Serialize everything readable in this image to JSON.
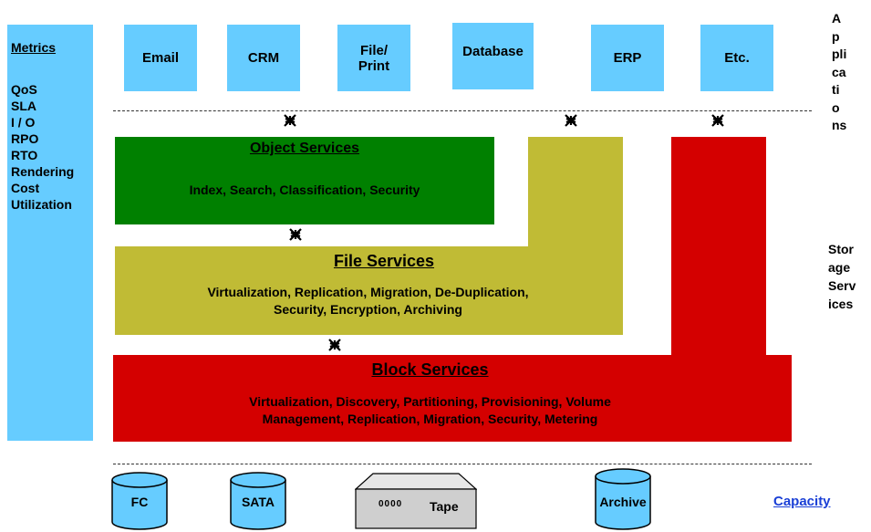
{
  "metrics": {
    "title": "Metrics",
    "items": [
      "QoS",
      "SLA",
      "I / O",
      "RPO",
      "RTO",
      "Rendering",
      "Cost",
      "Utilization"
    ]
  },
  "applications": {
    "boxes": [
      "Email",
      "CRM",
      "File/\nPrint",
      "Database",
      "ERP",
      "Etc."
    ],
    "label": "A\np\npli\nca\nti\no\nns"
  },
  "services": {
    "object": {
      "title": "Object Services",
      "desc": "Index, Search, Classification, Security"
    },
    "file": {
      "title": "File Services",
      "desc": "Virtualization, Replication, Migration, De-Duplication,\nSecurity, Encryption,  Archiving"
    },
    "block": {
      "title": "Block Services",
      "desc": "Virtualization, Discovery, Partitioning, Provisioning, Volume\nManagement, Replication, Migration, Security, Metering"
    },
    "label": "Stor\nage\nServ\nices"
  },
  "storage": {
    "fc": "FC",
    "sata": "SATA",
    "tape": "Tape",
    "tape_slots": "0000",
    "archive": "Archive",
    "capacity": "Capacity"
  },
  "colors": {
    "blue": "#66ccff",
    "object": "#008000",
    "file": "#c0bb35",
    "block": "#d40000",
    "dash": "#333333"
  }
}
